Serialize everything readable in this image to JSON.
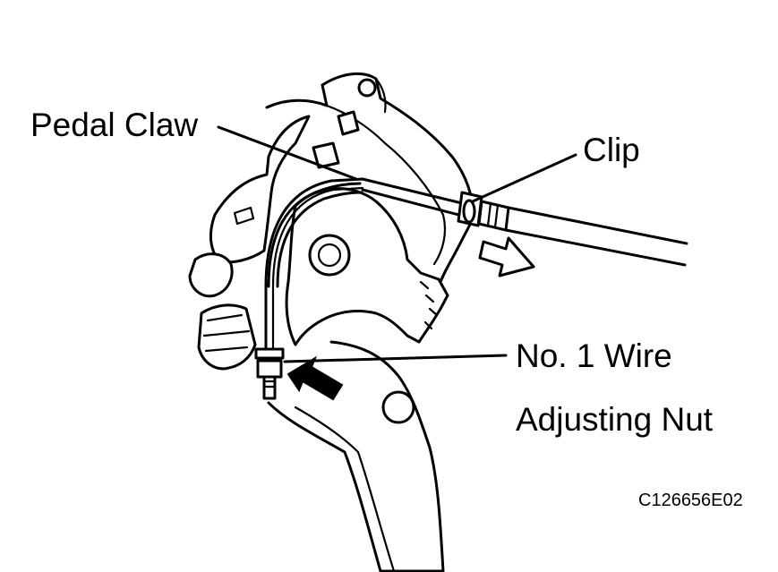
{
  "labels": {
    "pedal_claw": "Pedal Claw",
    "clip": "Clip",
    "no1_wire": "No. 1 Wire",
    "adjusting_nut": "Adjusting Nut"
  },
  "figure_id": "C126656E02",
  "colors": {
    "ink": "#000000",
    "background": "#ffffff"
  }
}
